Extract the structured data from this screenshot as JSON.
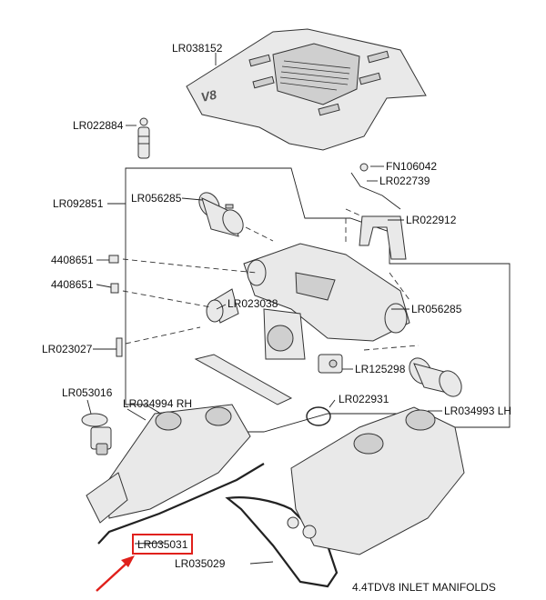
{
  "diagram": {
    "caption": "4.4TDV8 INLET MANIFOLDS",
    "highlight_color": "#e0201b",
    "parts": [
      {
        "id": "cover",
        "label": "LR038152"
      },
      {
        "id": "dipstick",
        "label": "LR022884"
      },
      {
        "id": "frame",
        "label": "LR092851"
      },
      {
        "id": "hose-left",
        "label": "LR056285"
      },
      {
        "id": "bolt-a",
        "label": "4408651"
      },
      {
        "id": "bolt-b",
        "label": "4408651"
      },
      {
        "id": "elbow",
        "label": "LR023038"
      },
      {
        "id": "stud",
        "label": "LR023027"
      },
      {
        "id": "seal-left",
        "label": "LR053016"
      },
      {
        "id": "manifold-rh",
        "label": "LR034994 RH"
      },
      {
        "id": "sensor-top",
        "label": "FN106042"
      },
      {
        "id": "harness",
        "label": "LR022739"
      },
      {
        "id": "bracket",
        "label": "LR022912"
      },
      {
        "id": "hose-right",
        "label": "LR056285"
      },
      {
        "id": "sensor",
        "label": "LR125298"
      },
      {
        "id": "oring",
        "label": "LR022931"
      },
      {
        "id": "manifold-lh",
        "label": "LR034993 LH"
      },
      {
        "id": "gasket-rh",
        "label": "LR035031"
      },
      {
        "id": "gasket-lh",
        "label": "LR035029"
      }
    ]
  }
}
